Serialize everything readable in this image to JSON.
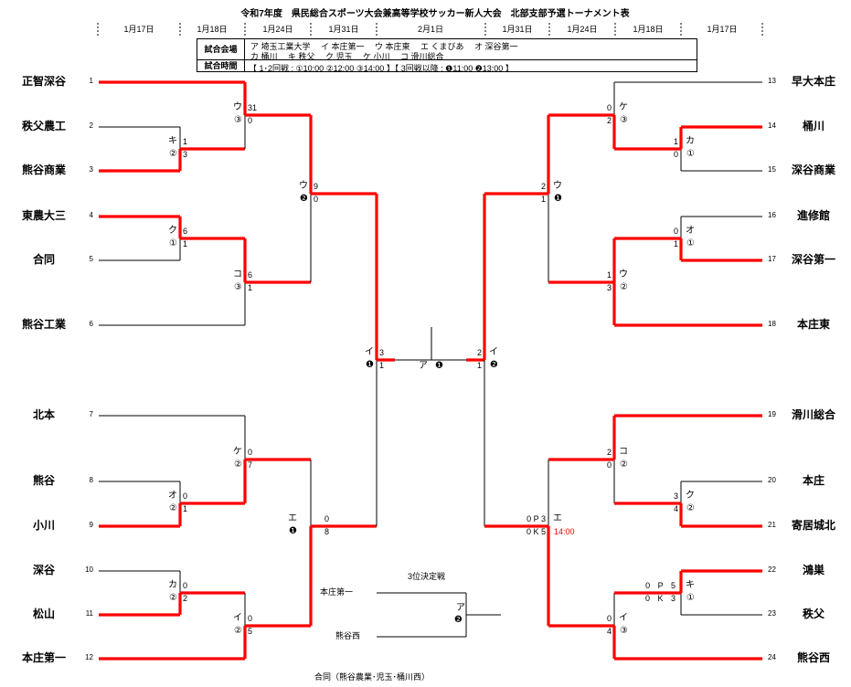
{
  "title": "令和7年度　県民総合スポーツ大会兼高等学校サッカー新人大会　北部支部予選トーナメント表",
  "dates": [
    "1月17日",
    "1月18日",
    "1月24日",
    "1月31日",
    "2月1日",
    "1月31日",
    "1月24日",
    "1月18日",
    "1月17日"
  ],
  "info_table": {
    "venue_label": "試合会場",
    "venue_line1": "ア 埼玉工業大学　 イ 本庄第一　 ウ 本庄東　 エ くまびあ　 オ 深谷第一",
    "venue_line2": "カ 桶川　 キ 秩父　 ク 児玉　 ケ 小川　 コ 滑川総合",
    "time_label": "試合時間",
    "time_line": "【 1･2回戦 : ①10:00 ②12:00 ③14:00 】【 3回戦以降 : ❶11:00 ❷13:00 】"
  },
  "teams_left": [
    {
      "no": "1",
      "name": "正智深谷"
    },
    {
      "no": "2",
      "name": "秩父農工"
    },
    {
      "no": "3",
      "name": "熊谷商業"
    },
    {
      "no": "4",
      "name": "東農大三"
    },
    {
      "no": "5",
      "name": "合同"
    },
    {
      "no": "6",
      "name": "熊谷工業"
    },
    {
      "no": "7",
      "name": "北本"
    },
    {
      "no": "8",
      "name": "熊谷"
    },
    {
      "no": "9",
      "name": "小川"
    },
    {
      "no": "10",
      "name": "深谷"
    },
    {
      "no": "11",
      "name": "松山"
    },
    {
      "no": "12",
      "name": "本庄第一"
    }
  ],
  "teams_right": [
    {
      "no": "13",
      "name": "早大本庄"
    },
    {
      "no": "14",
      "name": "桶川"
    },
    {
      "no": "15",
      "name": "深谷商業"
    },
    {
      "no": "16",
      "name": "進修館"
    },
    {
      "no": "17",
      "name": "深谷第一"
    },
    {
      "no": "18",
      "name": "本庄東"
    },
    {
      "no": "19",
      "name": "滑川総合"
    },
    {
      "no": "20",
      "name": "本庄"
    },
    {
      "no": "21",
      "name": "寄居城北"
    },
    {
      "no": "22",
      "name": "鴻巣"
    },
    {
      "no": "23",
      "name": "秩父"
    },
    {
      "no": "24",
      "name": "熊谷西"
    }
  ],
  "matches": [
    {
      "venue": "キ",
      "slot": "②",
      "score_top": "1",
      "score_bottom": "3"
    },
    {
      "venue": "ク",
      "slot": "①",
      "score_top": "6",
      "score_bottom": "1"
    },
    {
      "venue": "オ",
      "slot": "②",
      "score_top": "0",
      "score_bottom": "1"
    },
    {
      "venue": "カ",
      "slot": "②",
      "score_top": "0",
      "score_bottom": "2"
    },
    {
      "venue": "ウ",
      "slot": "③",
      "score_top": "31",
      "score_bottom": "0"
    },
    {
      "venue": "コ",
      "slot": "③",
      "score_top": "6",
      "score_bottom": "1"
    },
    {
      "venue": "ケ",
      "slot": "②",
      "score_top": "0",
      "score_bottom": "7"
    },
    {
      "venue": "イ",
      "slot": "②",
      "score_top": "0",
      "score_bottom": "5"
    },
    {
      "venue": "ウ",
      "slot": "❷",
      "score_top": "9",
      "score_bottom": "0"
    },
    {
      "venue": "エ",
      "slot": "❶",
      "score_top": "0",
      "score_bottom": "8"
    },
    {
      "venue": "イ",
      "slot": "❶",
      "score_top": "3",
      "score_bottom": "1"
    },
    {
      "venue": "カ",
      "slot": "①",
      "score_top": "1",
      "score_bottom": "0"
    },
    {
      "venue": "オ",
      "slot": "①",
      "score_top": "0",
      "score_bottom": "1"
    },
    {
      "venue": "ク",
      "slot": "②",
      "score_top": "3",
      "score_bottom": "4"
    },
    {
      "venue": "キ",
      "slot": "①",
      "score_top": "0 P 5",
      "score_bottom": "0 K 3"
    },
    {
      "venue": "ケ",
      "slot": "③",
      "score_top": "0",
      "score_bottom": "2"
    },
    {
      "venue": "ウ",
      "slot": "②",
      "score_top": "1",
      "score_bottom": "3"
    },
    {
      "venue": "コ",
      "slot": "②",
      "score_top": "2",
      "score_bottom": "0"
    },
    {
      "venue": "イ",
      "slot": "③",
      "score_top": "0",
      "score_bottom": "4"
    },
    {
      "venue": "ウ",
      "slot": "❶",
      "score_top": "2",
      "score_bottom": "1"
    },
    {
      "venue": "エ",
      "slot": "14:00",
      "score_top": "0 P 3",
      "score_bottom": "0 K 5"
    },
    {
      "venue": "イ",
      "slot": "❷",
      "score_top": "2",
      "score_bottom": "1"
    }
  ],
  "final": {
    "venue": "ア",
    "slot": "❶"
  },
  "third_place": {
    "title": "3位決定戦",
    "team_a": "本庄第一",
    "team_b": "熊谷西",
    "venue": "ア",
    "slot": "❷"
  },
  "note": "合同（熊谷農業･児玉･桶川西）",
  "colors": {
    "winner_line": "#ff0000",
    "line": "#000000",
    "time_highlight": "#e00000"
  }
}
